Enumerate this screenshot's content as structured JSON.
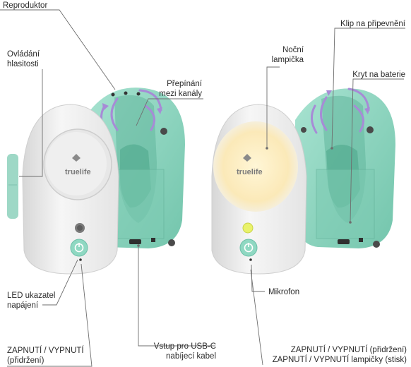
{
  "labels": {
    "reproduktor": "Reproduktor",
    "ovladani_1": "Ovládání",
    "ovladani_2": "hlasitosti",
    "prepinani_1": "Přepínání",
    "prepinani_2": "mezi kanály",
    "led_1": "LED ukazatel",
    "led_2": "napájení",
    "zapnuti_left_1": "ZAPNUTÍ / VYPNUTÍ",
    "zapnuti_left_2": "(přidržení)",
    "usb_1": "Vstup pro USB-C",
    "usb_2": "nabíjecí kabel",
    "nocni_1": "Noční",
    "nocni_2": "lampička",
    "klip": "Klip na připevnění",
    "kryt": "Kryt na baterie",
    "mikrofon": "Mikrofon",
    "zapnuti_right_1": "ZAPNUTÍ / VYPNUTÍ (přidržení)",
    "zapnuti_right_2": "ZAPNUTÍ / VYPNUTÍ lampičky (stisk)"
  },
  "brand": {
    "logo_text": "truelife"
  },
  "colors": {
    "mint_body": "#8fd8c2",
    "mint_dark": "#6cc0a8",
    "white_shell": "#f1f1f1",
    "button_green": "#7fd3bb",
    "arrow_purple": "#a78bd6",
    "night_light": "#fff2c9",
    "led_yellow": "#e9f26a"
  }
}
